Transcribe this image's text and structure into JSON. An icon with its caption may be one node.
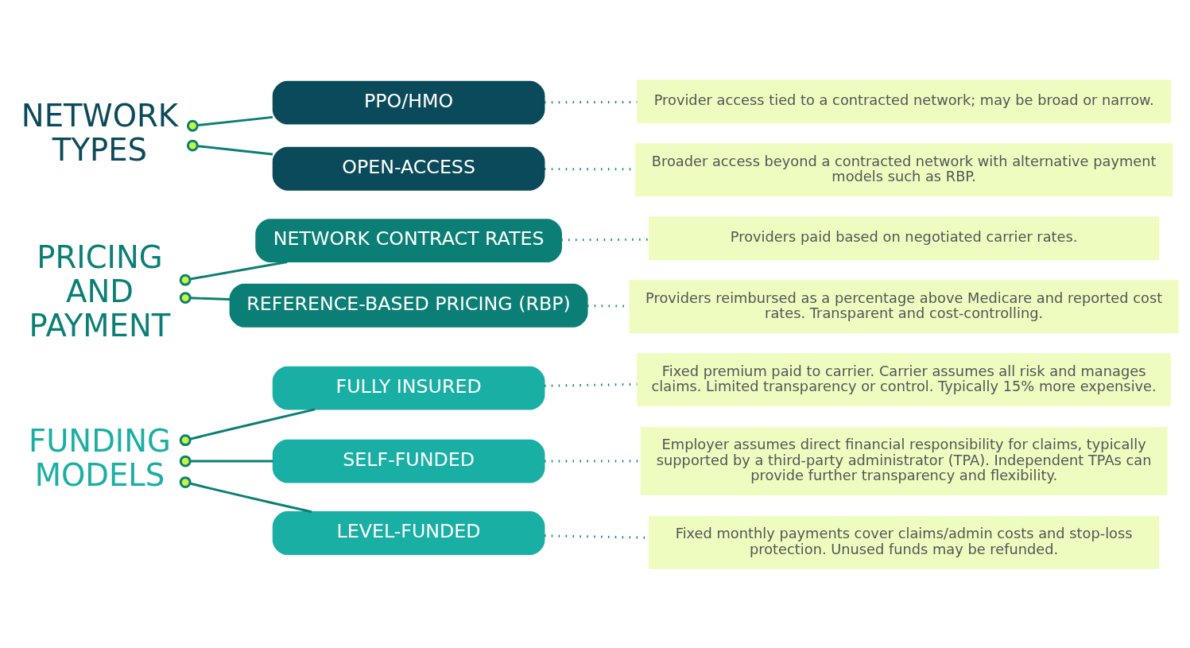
{
  "diagram": {
    "nodes": [
      {
        "text": [
          "FUNDING MODELS"
        ]
      },
      {
        "text": [
          "FULLY INSURED"
        ]
      },
      {
        "text": [
          "Fixed premium paid to carrier. Carrier assumes all risk and manages claims. Limited transparency or control. Typically 15% more expensive."
        ]
      },
      {
        "text": [
          "SELF-FUNDED"
        ]
      },
      {
        "text": [
          "Employer assumes direct financial responsibility for claims, typically supported by a third-party administrator (TPA). Independent TPAs can provide further transparency and flexibility."
        ]
      },
      {
        "text": [
          "LEVEL-FUNDED"
        ]
      },
      {
        "text": [
          "Fixed monthly payments cover claims/admin costs and stop-loss protection. Unused funds may be refunded."
        ]
      },
      {
        "text": [
          "PRICING AND PAYMENT"
        ]
      },
      {
        "text": [
          "NETWORK CONTRACT RATES"
        ]
      },
      {
        "text": [
          "Providers paid based on negotiated carrier rates."
        ]
      },
      {
        "text": [
          "REFERENCE-BASED PRICING (RBP)"
        ]
      },
      {
        "text": [
          "Providers reimbursed as a percentage above Medicare and reported cost rates. Transparent and cost-controlling."
        ]
      },
      {
        "text": [
          "NETWORK TYPES"
        ]
      },
      {
        "text": [
          "PPO/HMO"
        ]
      },
      {
        "text": [
          "Provider access tied to a contracted network; may be broad or narrow."
        ]
      },
      {
        "text": [
          "OPEN-ACCESS"
        ]
      },
      {
        "text": [
          "Broader access beyond a contracted network with alternative payment models such as RBP."
        ]
      }
    ],
    "edges": [
      {
        "from": 0,
        "to": 1,
        "arrow": "other"
      },
      {
        "from": 0,
        "to": 3,
        "arrow": "other"
      },
      {
        "from": 0,
        "to": 5,
        "arrow": "other"
      },
      {
        "from": 1,
        "to": 2,
        "arrow": "none",
        "style": "dashed"
      },
      {
        "from": 3,
        "to": 4,
        "arrow": "none",
        "style": "dashed"
      },
      {
        "from": 5,
        "to": 6,
        "arrow": "none",
        "style": "dashed"
      },
      {
        "from": 7,
        "to": 8,
        "arrow": "other"
      },
      {
        "from": 7,
        "to": 10,
        "arrow": "other"
      },
      {
        "from": 8,
        "to": 9,
        "arrow": "none",
        "style": "dashed"
      },
      {
        "from": 10,
        "to": 11,
        "arrow": "none",
        "style": "dashed"
      },
      {
        "from": 12,
        "to": 13,
        "arrow": "other"
      },
      {
        "from": 12,
        "to": 15,
        "arrow": "other"
      },
      {
        "from": 13,
        "to": 14,
        "arrow": "none",
        "style": "dashed"
      },
      {
        "from": 15,
        "to": 16,
        "arrow": "none",
        "style": "dashed"
      }
    ]
  }
}
